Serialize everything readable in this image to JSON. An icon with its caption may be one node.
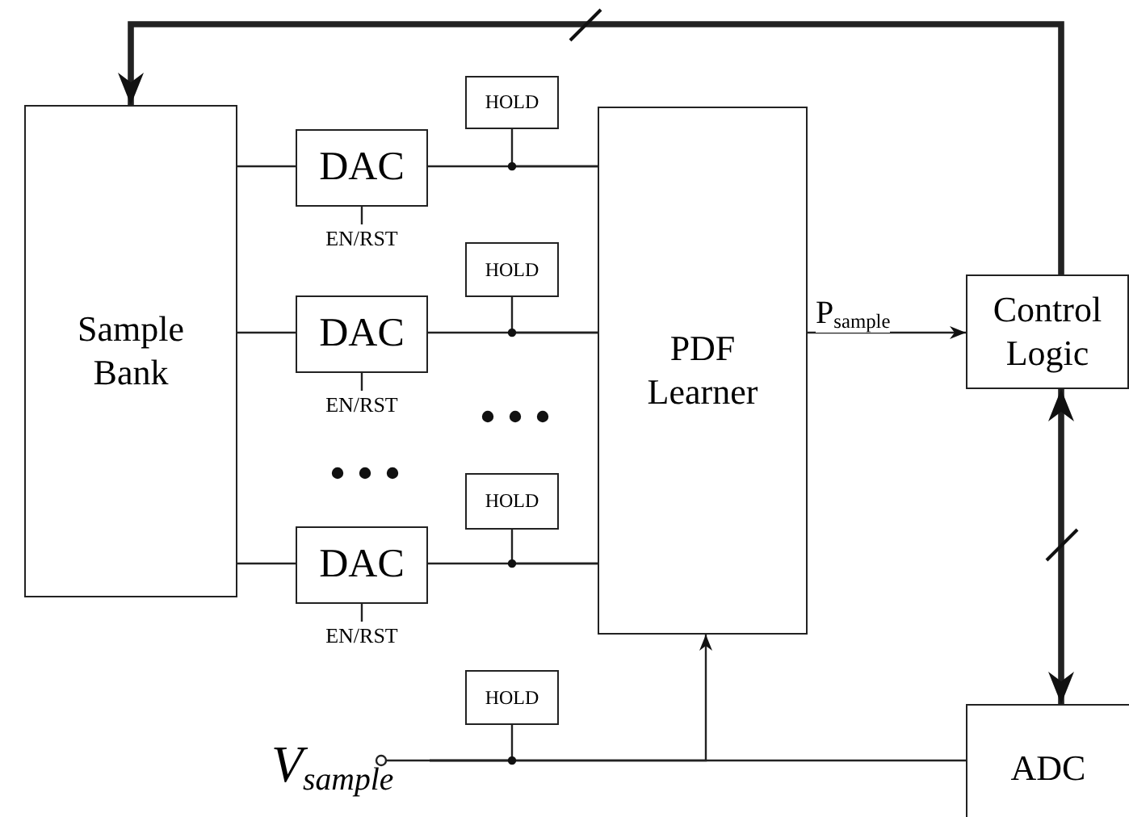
{
  "diagram": {
    "nodes": [
      {
        "text": [
          "Sample Bank"
        ]
      },
      {
        "text": [
          "DAC"
        ]
      },
      {
        "text": [
          "EN/RST"
        ]
      },
      {
        "text": [
          "HOLD"
        ]
      },
      {
        "text": [
          "DAC"
        ]
      },
      {
        "text": [
          "EN/RST"
        ]
      },
      {
        "text": [
          "HOLD"
        ]
      },
      {
        "text": [
          "DAC"
        ]
      },
      {
        "text": [
          "EN/RST"
        ]
      },
      {
        "text": [
          "HOLD"
        ]
      },
      {
        "text": [
          "PDF Learner"
        ]
      },
      {
        "text": [
          "Control Logic"
        ]
      },
      {
        "text": [
          "HOLD"
        ]
      },
      {
        "text": [
          "V$_{sample}$"
        ]
      },
      {
        "text": [
          "ADC"
        ]
      }
    ],
    "edges": [
      {
        "from": 0,
        "to": 1,
        "arrow": "none"
      },
      {
        "from": 1,
        "to": 10,
        "arrow": "none"
      },
      {
        "from": 3,
        "to": 10,
        "arrow": "none"
      },
      {
        "from": 1,
        "to": 2,
        "arrow": "none"
      },
      {
        "from": 0,
        "to": 4,
        "arrow": "none"
      },
      {
        "from": 4,
        "to": 10,
        "arrow": "none"
      },
      {
        "from": 6,
        "to": 10,
        "arrow": "none"
      },
      {
        "from": 4,
        "to": 5,
        "arrow": "none"
      },
      {
        "from": 0,
        "to": 7,
        "arrow": "none"
      },
      {
        "from": 7,
        "to": 10,
        "arrow": "none"
      },
      {
        "from": 9,
        "to": 10,
        "arrow": "none"
      },
      {
        "from": 7,
        "to": 8,
        "arrow": "none"
      },
      {
        "from": 10,
        "to": 11,
        "arrow": "to",
        "label": "P$_{sample}$"
      },
      {
        "from": 11,
        "to": 0,
        "arrow": "to",
        "style": "thick"
      },
      {
        "from": 11,
        "to": 14,
        "arrow": "both",
        "style": "thick"
      },
      {
        "from": 13,
        "to": 14,
        "arrow": "none"
      },
      {
        "from": 13,
        "to": 10,
        "arrow": "to"
      },
      {
        "from": 12,
        "to": 13,
        "arrow": "none"
      }
    ]
  }
}
